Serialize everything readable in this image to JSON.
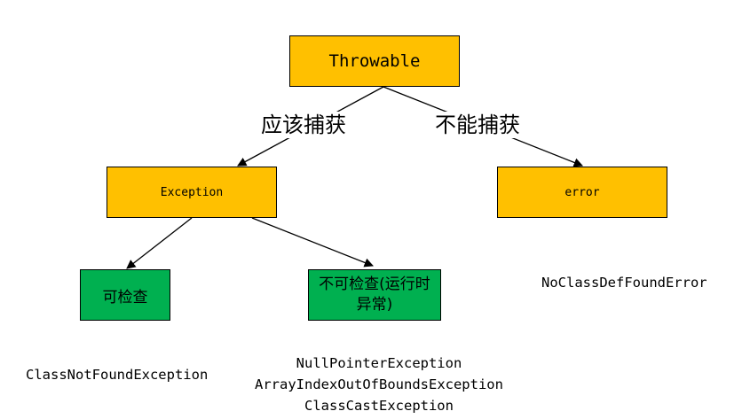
{
  "nodes": {
    "throwable": "Throwable",
    "exception": "Exception",
    "error": "error",
    "checked": "可检查",
    "unchecked": "不可检查(运行时异常)"
  },
  "edge_labels": {
    "should_catch": "应该捕获",
    "cannot_catch": "不能捕获"
  },
  "examples": {
    "checked": "ClassNotFoundException",
    "unchecked": [
      "NullPointerException",
      "ArrayIndexOutOfBoundsException",
      "ClassCastException"
    ],
    "error": "NoClassDefFoundError"
  },
  "colors": {
    "yellow_box": "#ffc000",
    "green_box": "#00b050",
    "line": "#000000"
  }
}
